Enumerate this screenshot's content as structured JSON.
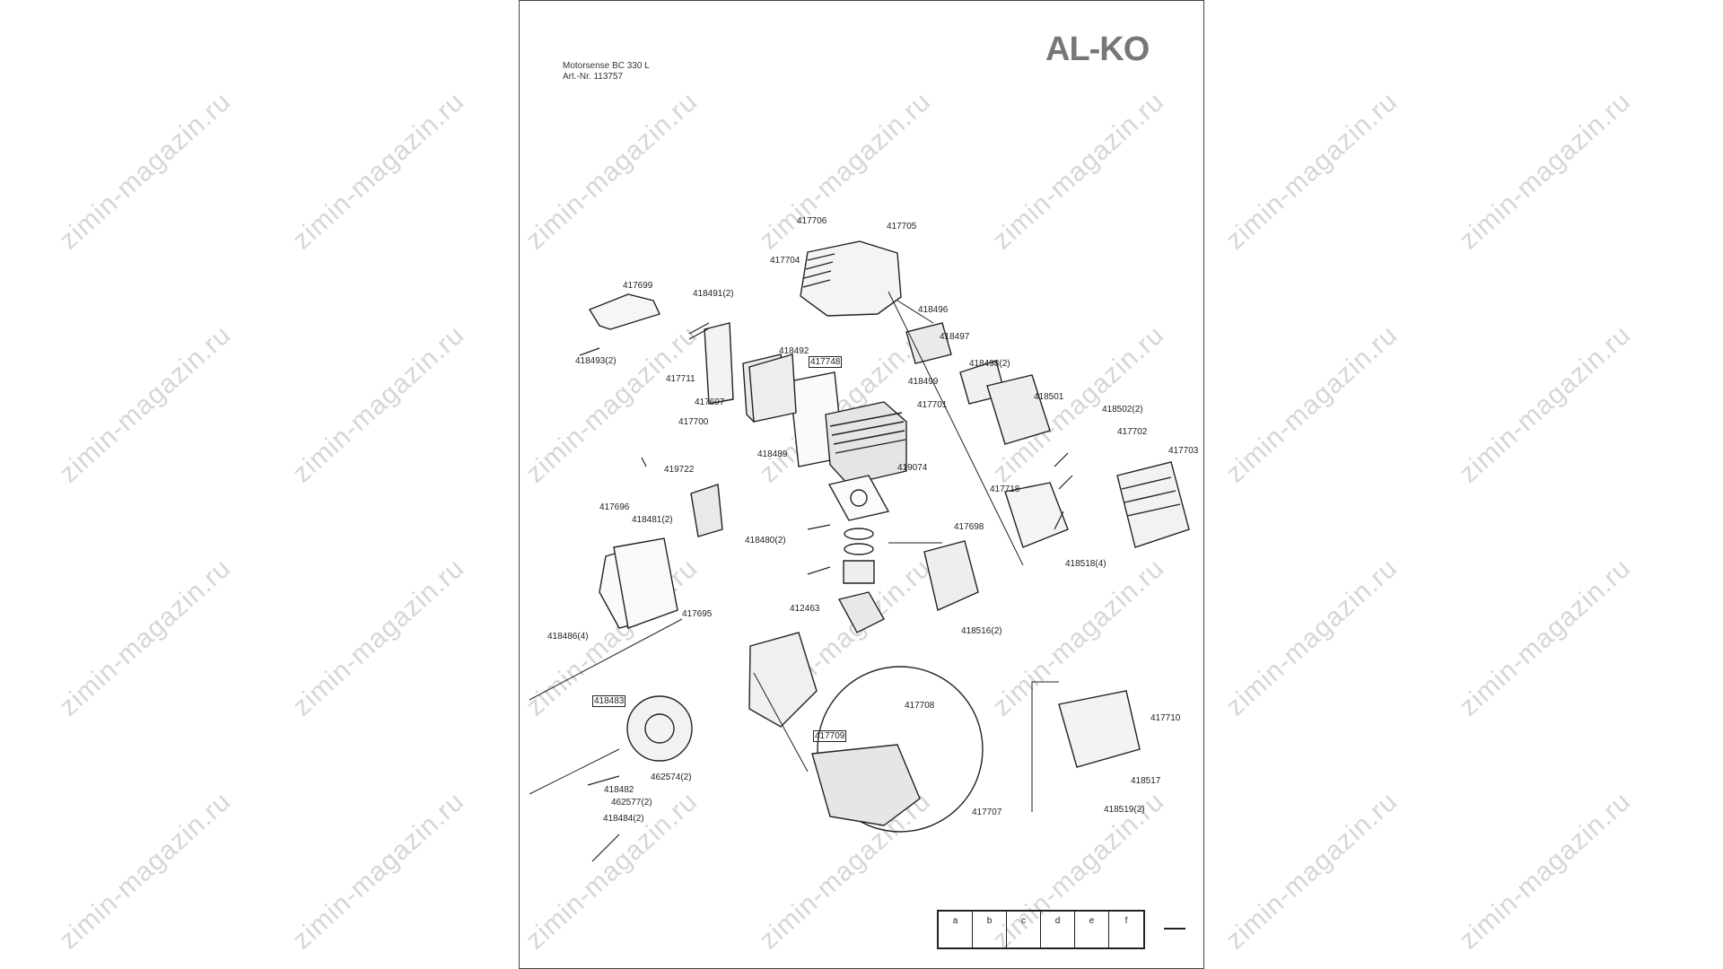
{
  "watermark": "zimin-magazin.ru",
  "brand": "AL-KO",
  "header": {
    "line1": "Motorsense BC 330 L",
    "line2": "Art.-Nr. 113757"
  },
  "labels": [
    "417706",
    "417705",
    "417704",
    "417699",
    "418491(2)",
    "418496",
    "418497",
    "418498(2)",
    "418499",
    "418501",
    "418502(2)",
    "417702",
    "417703",
    "418493(2)",
    "418492",
    "417748",
    "417711",
    "417697",
    "417700",
    "418489",
    "419074",
    "419722",
    "417701",
    "417718",
    "417696",
    "418481(2)",
    "418480(2)",
    "417698",
    "418518(4)",
    "417695",
    "412463",
    "418516(2)",
    "418486(4)",
    "418483",
    "417708",
    "417710",
    "417709",
    "462574(2)",
    "418482",
    "462577(2)",
    "418517",
    "418484(2)",
    "417707",
    "418519(2)"
  ],
  "grid_cells": [
    "a",
    "b",
    "c",
    "d",
    "e",
    "f"
  ],
  "colors": {
    "line": "#222222",
    "watermark": "#d6d6d6",
    "logo": "#777777"
  }
}
